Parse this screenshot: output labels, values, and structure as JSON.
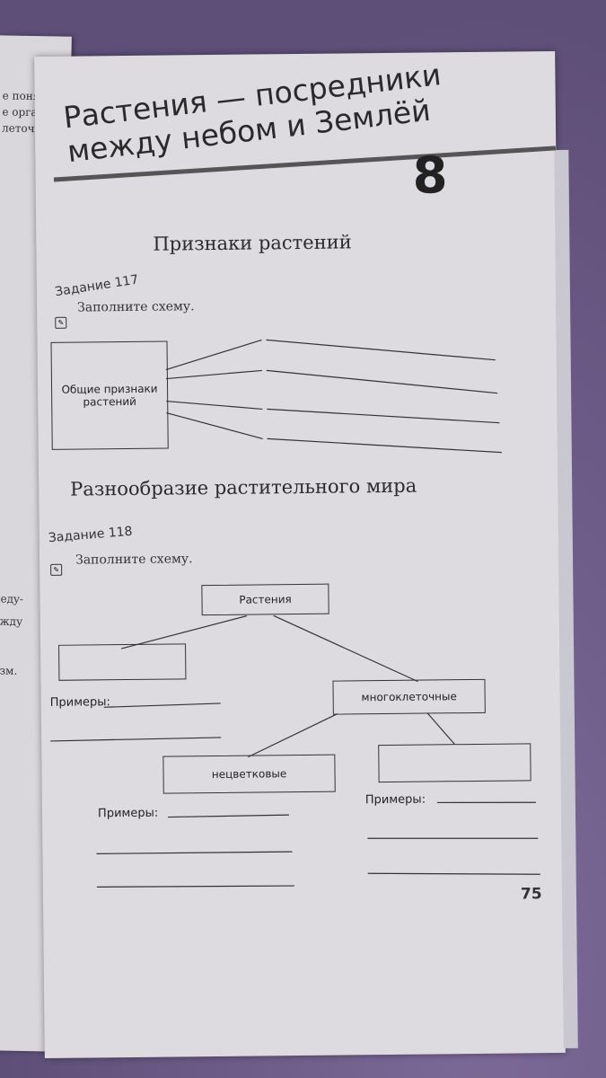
{
  "left_page_fragments": [
    "е понятия:",
    "е органы",
    "леточные",
    "ледy-",
    "ежду",
    "изм."
  ],
  "chapter": {
    "title_line1": "Растения — посредники",
    "title_line2": "между небом и Землёй",
    "number": "8"
  },
  "section1": {
    "heading": "Признаки растений",
    "task": "Задание 117",
    "instruction": "Заполните схему.",
    "box_label": "Общие признаки растений"
  },
  "section2": {
    "heading": "Разнообразие растительного мира",
    "task": "Задание 118",
    "instruction": "Заполните схему.",
    "root": "Растения",
    "multicellular": "многоклеточные",
    "nonflowering": "нецветковые",
    "examples_label": "Примеры:"
  },
  "page_number": "75"
}
